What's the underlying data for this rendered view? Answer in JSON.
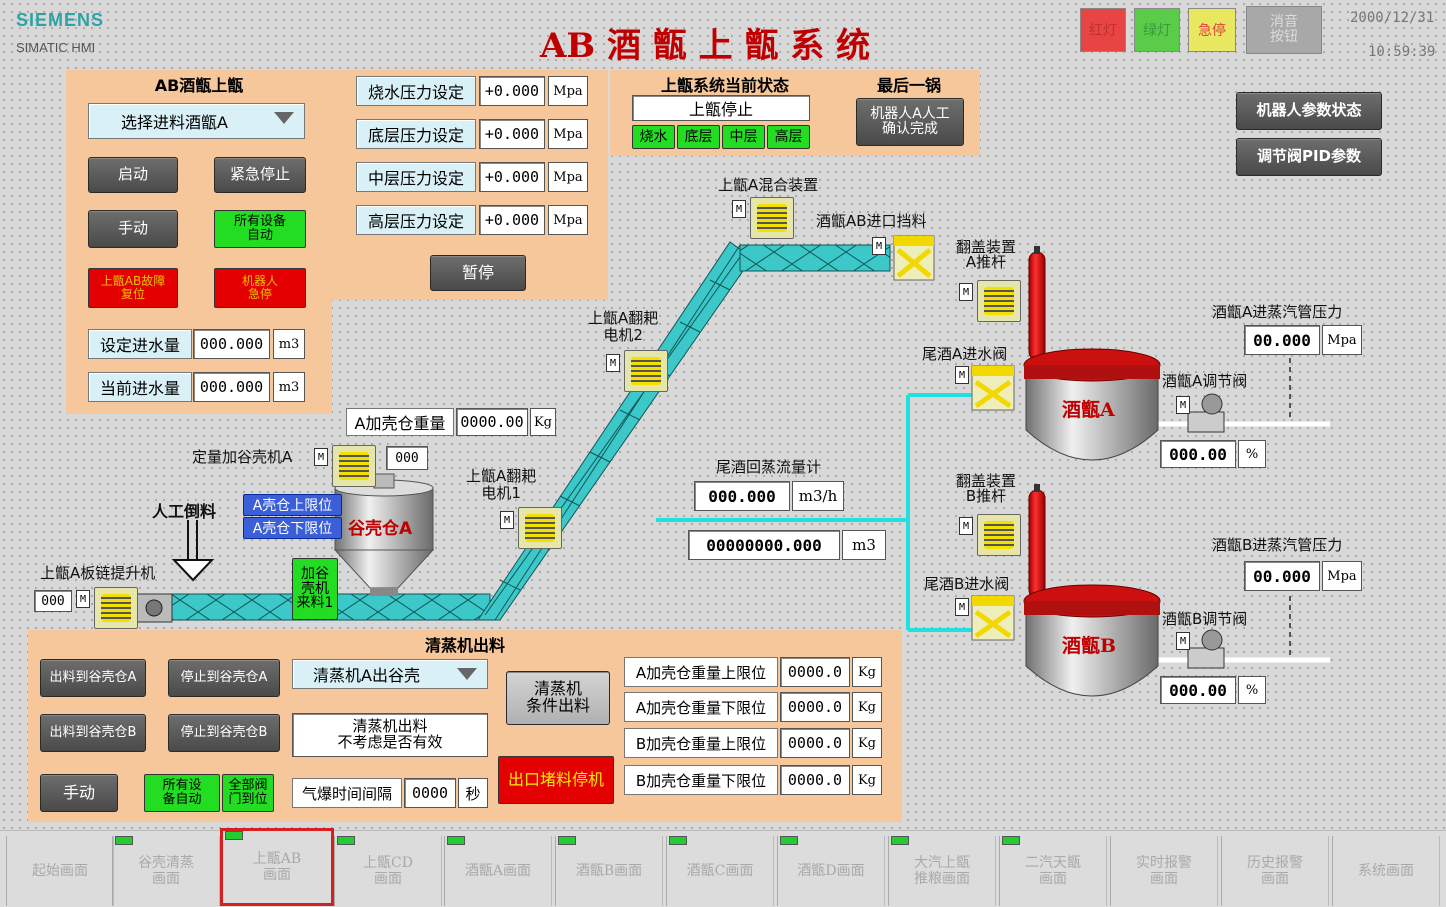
{
  "header": {
    "brand": "SIEMENS",
    "product": "SIMATIC HMI",
    "title": "AB 酒 甑 上 甑 系 统",
    "date": "2000/12/31",
    "time": "10:59:39",
    "lamps": [
      "红灯",
      "绿灯",
      "急停",
      "消音\n按钮"
    ]
  },
  "left_panel": {
    "title": "AB酒甑上甑",
    "select": "选择进料酒甑A",
    "start": "启动",
    "estop": "紧急停止",
    "manual": "手动",
    "all_auto": "所有设备\n自动",
    "fault1": "上甑AB故障\n复位",
    "fault2": "机器人\n急停",
    "set_water_label": "设定进水量",
    "set_water_value": "000.000",
    "set_water_unit": "m3",
    "cur_water_label": "当前进水量",
    "cur_water_value": "000.000",
    "cur_water_unit": "m3"
  },
  "pressure_panel": {
    "rows": [
      {
        "label": "烧水压力设定",
        "value": "+0.000",
        "unit": "Mpa"
      },
      {
        "label": "底层压力设定",
        "value": "+0.000",
        "unit": "Mpa"
      },
      {
        "label": "中层压力设定",
        "value": "+0.000",
        "unit": "Mpa"
      },
      {
        "label": "高层压力设定",
        "value": "+0.000",
        "unit": "Mpa"
      }
    ],
    "pause": "暂停"
  },
  "status_panel": {
    "title": "上甑系统当前状态",
    "state": "上甑停止",
    "layers": [
      "烧水",
      "底层",
      "中层",
      "高层"
    ],
    "last_title": "最后一锅",
    "robot_confirm": "机器人A人工\n确认完成"
  },
  "right_buttons": {
    "robot_params": "机器人参数状态",
    "pid_params": "调节阀PID参数"
  },
  "process": {
    "mixer_a": "上甑A混合装置",
    "inlet_block": "酒甑AB进口挡料",
    "flip_motor2": "上甑A翻耙\n电机2",
    "flip_motor1": "上甑A翻耙\n电机1",
    "husk_weight_label": "A加壳仓重量",
    "husk_weight_value": "0000.00",
    "husk_weight_unit": "Kg",
    "dosing_label": "定量加谷壳机A",
    "dosing_value": "000",
    "manual_pour": "人工倒料",
    "upper_limit": "A壳仓上限位",
    "lower_limit": "A壳仓下限位",
    "silo_label": "谷壳仓A",
    "feed_tag": "加谷\n壳机\n来料1",
    "chain_lift": "上甑A板链提升机",
    "chain_value": "000",
    "flowmeter_label": "尾酒回蒸流量计",
    "flow_rate": "000.000",
    "flow_rate_unit": "m3/h",
    "flow_total": "00000000.000",
    "flow_total_unit": "m3",
    "flip_a": "翻盖装置\nA推杆",
    "flip_b": "翻盖装置\nB推杆",
    "tail_in_a": "尾酒A进水阀",
    "tail_in_b": "尾酒B进水阀",
    "steam_a": "酒甑A进蒸汽管压力",
    "steam_a_value": "00.000",
    "steam_a_unit": "Mpa",
    "steam_b": "酒甑B进蒸汽管压力",
    "steam_b_value": "00.000",
    "steam_b_unit": "Mpa",
    "valve_a": "酒甑A调节阀",
    "valve_a_value": "000.00",
    "valve_a_unit": "%",
    "valve_b": "酒甑B调节阀",
    "valve_b_value": "000.00",
    "valve_b_unit": "%",
    "tank_a": "酒甑A",
    "tank_b": "酒甑B"
  },
  "bottom_panel": {
    "title": "清蒸机出料",
    "out_a": "出料到谷壳仓A",
    "stop_a": "停止到谷壳仓A",
    "out_b": "出料到谷壳仓B",
    "stop_b": "停止到谷壳仓B",
    "manual": "手动",
    "all_auto": "所有设\n备自动",
    "all_valves": "全部阀\n门到位",
    "select": "清蒸机A出谷壳",
    "discharge_note": "清蒸机出料\n不考虑是否有效",
    "blast_label": "气爆时间间隔",
    "blast_value": "0000",
    "blast_unit": "秒",
    "condition_btn": "清蒸机\n条件出料",
    "jam_stop": "出口堵料停机",
    "limits": [
      {
        "label": "A加壳仓重量上限位",
        "value": "0000.0",
        "unit": "Kg"
      },
      {
        "label": "A加壳仓重量下限位",
        "value": "0000.0",
        "unit": "Kg"
      },
      {
        "label": "B加壳仓重量上限位",
        "value": "0000.0",
        "unit": "Kg"
      },
      {
        "label": "B加壳仓重量下限位",
        "value": "0000.0",
        "unit": "Kg"
      }
    ]
  },
  "nav": [
    {
      "label": "起始画面",
      "led": false
    },
    {
      "label": "谷壳清蒸\n画面",
      "led": true
    },
    {
      "label": "上甑AB\n画面",
      "led": true,
      "active": true
    },
    {
      "label": "上甑CD\n画面",
      "led": true
    },
    {
      "label": "酒甑A画面",
      "led": true
    },
    {
      "label": "酒甑B画面",
      "led": true
    },
    {
      "label": "酒甑C画面",
      "led": true
    },
    {
      "label": "酒甑D画面",
      "led": true
    },
    {
      "label": "大汽上甑\n推粮画面",
      "led": true
    },
    {
      "label": "二汽天甑\n画面",
      "led": true
    },
    {
      "label": "实时报警\n画面",
      "led": false
    },
    {
      "label": "历史报警\n画面",
      "led": false
    },
    {
      "label": "系统画面",
      "led": false
    }
  ],
  "colors": {
    "panel": "#f6c79a",
    "active_border": "#d42020",
    "conveyor": "#3cc8c8",
    "tank_red": "#c00000"
  }
}
